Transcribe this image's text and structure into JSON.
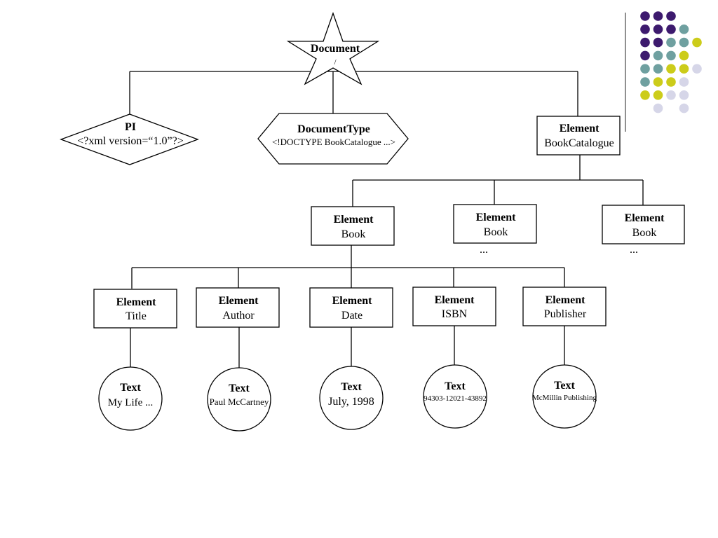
{
  "document": {
    "title": "Document",
    "subtitle": "/"
  },
  "pi": {
    "title": "PI",
    "value": "<?xml version=“1.0”?>"
  },
  "doctype": {
    "title": "DocumentType",
    "value": "<!DOCTYPE BookCatalogue ...>"
  },
  "catalogue": {
    "title": "Element",
    "value": "BookCatalogue"
  },
  "books": [
    {
      "title": "Element",
      "value": "Book",
      "ellipsis": ""
    },
    {
      "title": "Element",
      "value": "Book",
      "ellipsis": "..."
    },
    {
      "title": "Element",
      "value": "Book",
      "ellipsis": "..."
    }
  ],
  "fields": [
    {
      "title": "Element",
      "value": "Title"
    },
    {
      "title": "Element",
      "value": "Author"
    },
    {
      "title": "Element",
      "value": "Date"
    },
    {
      "title": "Element",
      "value": "ISBN"
    },
    {
      "title": "Element",
      "value": "Publisher"
    }
  ],
  "texts": [
    {
      "title": "Text",
      "value": "My Life ..."
    },
    {
      "title": "Text",
      "value": "Paul McCartney"
    },
    {
      "title": "Text",
      "value": "July, 1998"
    },
    {
      "title": "Text",
      "value": "94303-12021-43892"
    },
    {
      "title": "Text",
      "value": "McMillin Publishing"
    }
  ],
  "decoration": {
    "colors": {
      "purple": "#3d1a6e",
      "teal": "#6fa0a0",
      "yellow": "#cccc1a",
      "lavender": "#d6d6e8"
    }
  }
}
